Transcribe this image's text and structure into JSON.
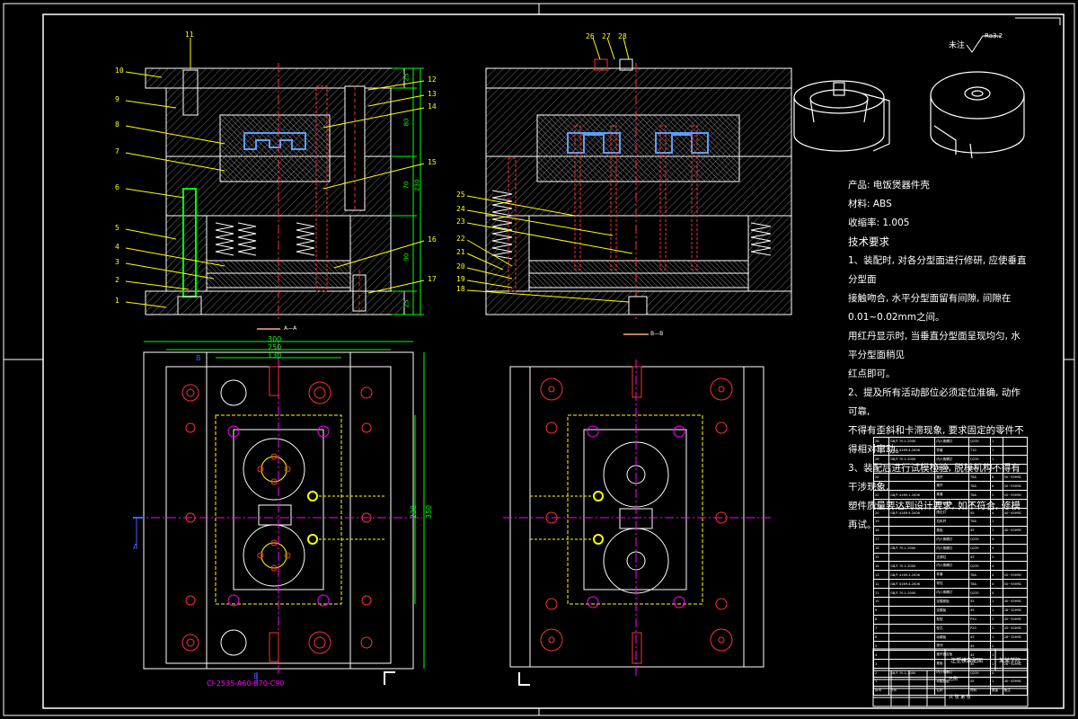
{
  "drawing": {
    "top_right_label": "未注",
    "top_right_value": "Ra3.2",
    "section_a_label": "A—A",
    "section_b_label": "B—B",
    "mold_base_spec": "CI-2535-A60-B70-C90",
    "view_mark_a": "A",
    "view_mark_b": "B"
  },
  "callouts_left": [
    "1",
    "2",
    "3",
    "4",
    "5",
    "6",
    "7",
    "8",
    "9",
    "10",
    "11",
    "12",
    "13",
    "14",
    "15",
    "16",
    "17"
  ],
  "callouts_right": [
    "18",
    "19",
    "20",
    "21",
    "22",
    "23",
    "24",
    "25",
    "26",
    "27",
    "28"
  ],
  "dimensions": {
    "h1": "300",
    "h2": "250",
    "h3": "130",
    "v1": "230",
    "v2": "350",
    "s1": "25",
    "s2": "80",
    "s3": "70",
    "s4": "90",
    "s5": "25",
    "s6": "230"
  },
  "notes": {
    "product": "产品: 电饭煲器件壳",
    "material": "材料: ABS",
    "shrinkage": "收缩率: 1.005",
    "tech_title": "技术要求",
    "items": [
      "1、装配时, 对各分型面进行修研, 应使垂直分型面",
      "接触吻合, 水平分型面留有间隙, 间隙在",
      "0.01~0.02mm之间。",
      "用红丹显示时, 当垂直分型面呈现均匀, 水平分型面稍见",
      "红点即可。",
      "2、提及所有活动部位必须定位准确, 动作可靠,",
      "不得有歪斜和卡滞现象, 要求固定的零件不得相对窜动。",
      "3、装配后进行试模检验, 脱模机构不得有干涉现象,",
      "塑件质量要达到设计要求, 如不符合, 修模再试。"
    ]
  },
  "bom": {
    "rows": [
      [
        "28",
        "GB/T 70.1-2000",
        "内六角螺钉",
        "Q235",
        "1",
        ""
      ],
      [
        "27",
        "GB/T 4169.4-2006",
        "导套",
        "T10",
        "1",
        ""
      ],
      [
        "26",
        "GB/T 70.1-2000",
        "内六角螺钉",
        "Q235",
        "1",
        ""
      ],
      [
        "25",
        "",
        "复位弹簧",
        "65Mn",
        "4",
        ""
      ],
      [
        "24",
        "",
        "推杆",
        "T8A",
        "6",
        "50~55HRC"
      ],
      [
        "23",
        "",
        "推杆",
        "T8A",
        "6",
        "50~55HRC"
      ],
      [
        "22",
        "GB/T 4169.1-2006",
        "推管",
        "T8A",
        "2",
        "50~55HRC"
      ],
      [
        "21",
        "",
        "推杆固定板",
        "45",
        "1",
        ""
      ],
      [
        "20",
        "GB/T 4169.9-2006",
        "限位钉",
        "45",
        "4",
        "40~45HRC"
      ],
      [
        "19",
        "",
        "拉料杆",
        "T8A",
        "1",
        ""
      ],
      [
        "18",
        "",
        "推板",
        "45",
        "1",
        "40~45HRC"
      ],
      [
        "17",
        "",
        "内六角螺钉",
        "Q235",
        "4",
        ""
      ],
      [
        "16",
        "GB/T 70.1-2000",
        "内六角螺钉",
        "Q235",
        "4",
        ""
      ],
      [
        "15",
        "",
        "支撑柱",
        "45",
        "2",
        ""
      ],
      [
        "14",
        "GB/T 70.1-2000",
        "内六角螺钉",
        "Q235",
        "4",
        ""
      ],
      [
        "13",
        "GB/T 4169.3-2006",
        "导套",
        "T8A",
        "4",
        "50~55HRC"
      ],
      [
        "12",
        "GB/T 4169.4-2006",
        "导柱",
        "T8A",
        "4",
        "50~55HRC"
      ],
      [
        "11",
        "GB/T 70.1-2000",
        "内六角螺钉",
        "Q235",
        "4",
        ""
      ],
      [
        "10",
        "",
        "定模座板",
        "45",
        "1",
        "40~45HRC"
      ],
      [
        "9",
        "",
        "定模板",
        "45",
        "1",
        "28~32HRC"
      ],
      [
        "8",
        "",
        "型腔",
        "P20",
        "2",
        "45~50HRC"
      ],
      [
        "7",
        "",
        "型芯",
        "P20",
        "2",
        "45~50HRC"
      ],
      [
        "6",
        "",
        "动模板",
        "45",
        "1",
        "28~32HRC"
      ],
      [
        "5",
        "",
        "垫块",
        "45",
        "2",
        ""
      ],
      [
        "4",
        "",
        "推杆固定板",
        "45",
        "1",
        ""
      ],
      [
        "3",
        "",
        "推板",
        "45",
        "1",
        "28~32HRC"
      ],
      [
        "2",
        "GB/T 70.1-2000",
        "内六角螺钉",
        "Q235",
        "4",
        ""
      ],
      [
        "1",
        "",
        "动模座板",
        "45",
        "1",
        "40~45HRC"
      ]
    ],
    "header": [
      "序号",
      "代号",
      "名称",
      "材料",
      "数量",
      "备注"
    ]
  },
  "title_block": {
    "drawing_name": "注塑模装配图",
    "school": "某某学院",
    "scale": "比例",
    "sheet": "共 张 第 张"
  },
  "colors": {
    "background": "#000000",
    "outline": "#ffffff",
    "hatch": "#7a7a7a",
    "leader": "#ffff00",
    "green": "#00ff00",
    "red": "#ff3030",
    "magenta": "#ff00ff",
    "cyan": "#00ffff",
    "blue": "#4060ff"
  }
}
